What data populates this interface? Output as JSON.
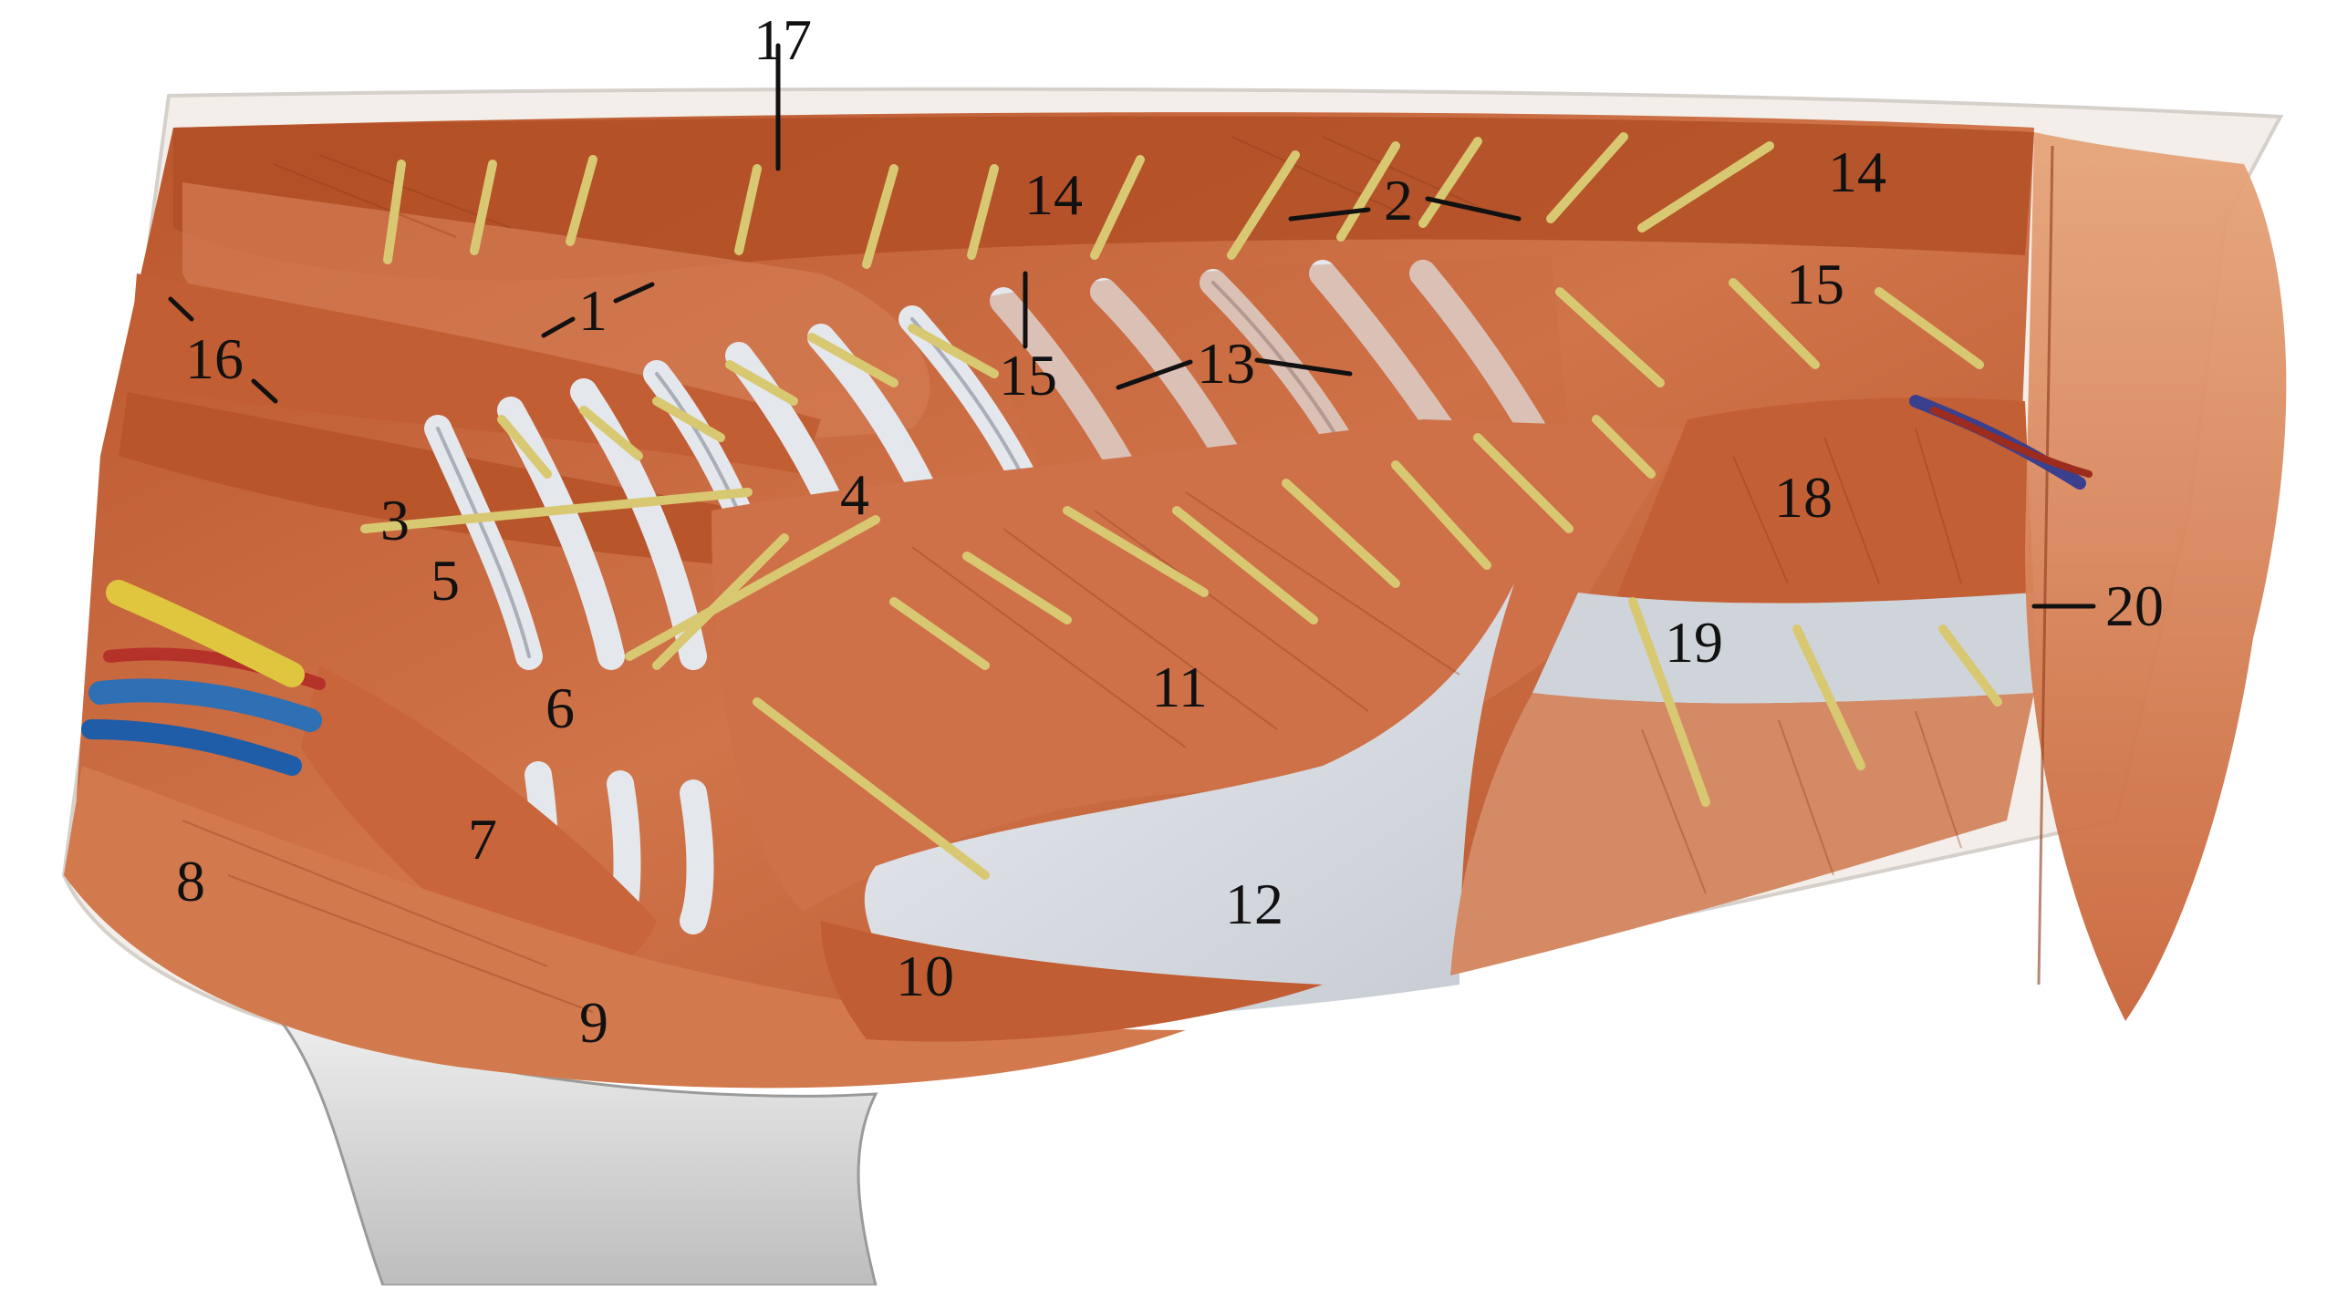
{
  "figure": {
    "labels": [
      {
        "id": "1",
        "text": "1"
      },
      {
        "id": "2",
        "text": "2"
      },
      {
        "id": "3",
        "text": "3"
      },
      {
        "id": "4",
        "text": "4"
      },
      {
        "id": "5",
        "text": "5"
      },
      {
        "id": "6",
        "text": "6"
      },
      {
        "id": "7",
        "text": "7"
      },
      {
        "id": "8",
        "text": "8"
      },
      {
        "id": "9",
        "text": "9"
      },
      {
        "id": "10",
        "text": "10"
      },
      {
        "id": "11",
        "text": "11"
      },
      {
        "id": "12",
        "text": "12"
      },
      {
        "id": "13",
        "text": "13"
      },
      {
        "id": "14a",
        "text": "14"
      },
      {
        "id": "14b",
        "text": "14"
      },
      {
        "id": "15a",
        "text": "15"
      },
      {
        "id": "15b",
        "text": "15"
      },
      {
        "id": "16",
        "text": "16"
      },
      {
        "id": "17",
        "text": "17"
      },
      {
        "id": "18",
        "text": "18"
      },
      {
        "id": "19",
        "text": "19"
      },
      {
        "id": "20",
        "text": "20"
      }
    ]
  },
  "colors": {
    "muscle": "#c8673a",
    "muscle_dark": "#a84a22",
    "muscle_light": "#e39a6e",
    "fascia": "#d9dde3",
    "nerve": "#d9c872",
    "vein_blue": "#2f6fb3",
    "background": "#ffffff"
  }
}
